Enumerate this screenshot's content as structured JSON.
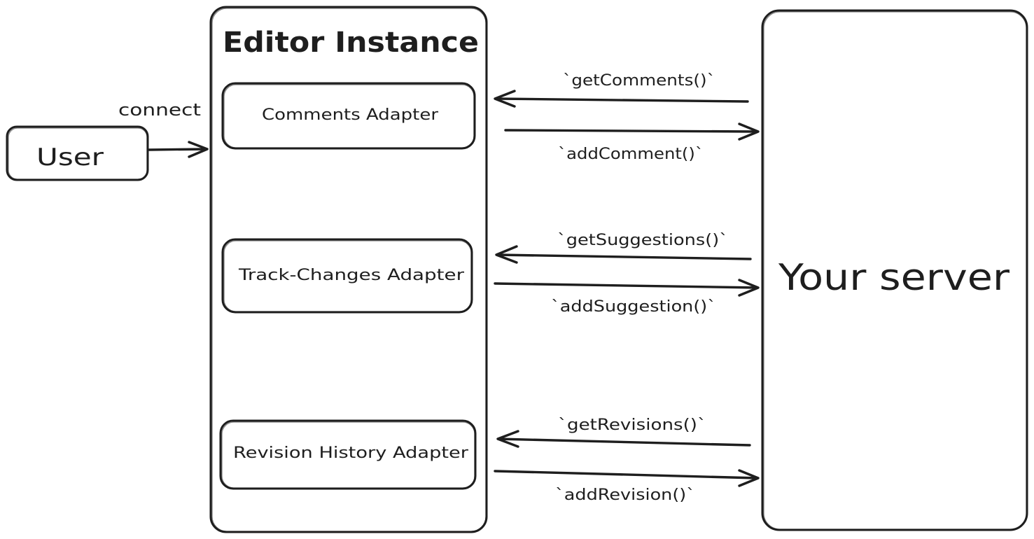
{
  "editor": {
    "title": "Editor Instance",
    "adapters": {
      "comments": "Comments Adapter",
      "track_changes": "Track-Changes Adapter",
      "revision_history": "Revision History Adapter"
    }
  },
  "user": {
    "label": "User",
    "connect_label": "connect"
  },
  "server": {
    "label": "Your server"
  },
  "calls": {
    "get_comments": "`getComments()`",
    "add_comment": "`addComment()`",
    "get_suggestions": "`getSuggestions()`",
    "add_suggestion": "`addSuggestion()`",
    "get_revisions": "`getRevisions()`",
    "add_revision": "`addRevision()`"
  },
  "colors": {
    "stroke": "#1e1e1e",
    "background": "#ffffff"
  }
}
